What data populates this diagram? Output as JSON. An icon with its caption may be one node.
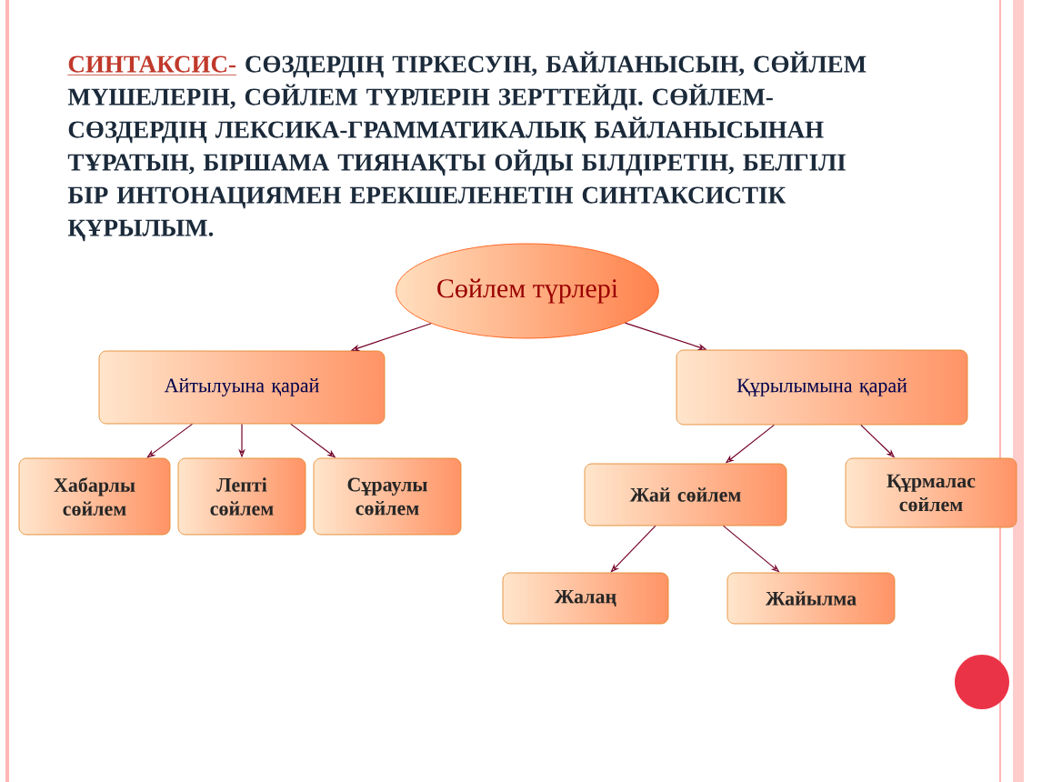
{
  "diagram": {
    "nodes": [
      {
        "text": [
          "Сөйлем түрлері"
        ]
      },
      {
        "text": [
          "Айтылуына қарай"
        ]
      },
      {
        "text": [
          "Құрылымына қарай"
        ]
      },
      {
        "text": [
          "Хабарлы сөйлем"
        ]
      },
      {
        "text": [
          "Лепті сөйлем"
        ]
      },
      {
        "text": [
          "Сұраулы сөйлем"
        ]
      },
      {
        "text": [
          "Жай сөйлем"
        ]
      },
      {
        "text": [
          "Құрмалас сөйлем"
        ]
      },
      {
        "text": [
          "Жалаң"
        ]
      },
      {
        "text": [
          "Жайылма"
        ]
      }
    ],
    "edges": [
      {
        "from": 0,
        "to": 1,
        "arrow": "to"
      },
      {
        "from": 0,
        "to": 2,
        "arrow": "to"
      },
      {
        "from": 1,
        "to": 3,
        "arrow": "to"
      },
      {
        "from": 1,
        "to": 4,
        "arrow": "to"
      },
      {
        "from": 1,
        "to": 5,
        "arrow": "to"
      },
      {
        "from": 2,
        "to": 6,
        "arrow": "to"
      },
      {
        "from": 2,
        "to": 7,
        "arrow": "to"
      },
      {
        "from": 6,
        "to": 8,
        "arrow": "to"
      },
      {
        "from": 6,
        "to": 9,
        "arrow": "to"
      }
    ],
    "labels": [
      "СИНТАКСИС-",
      "СӨЗДЕРДІҢ ТІРКЕСУІН, БАЙЛАНЫСЫН, СӨЙЛЕМ МҮШЕЛЕРІН, СӨЙЛЕМ ТҮРЛЕРІН ЗЕРТТЕЙДІ. СӨЙЛЕМ- СӨЗДЕРДІҢ ЛЕКСИКА-ГРАММАТИКАЛЫҚ БАЙЛАНЫСЫНАН ТҰРАТЫН, БІРШАМА ТИЯНАҚТЫ ОЙДЫ БІЛДІРЕТІН, БЕЛГІЛІ БІР ИНТОНАЦИЯМЕН ЕРЕКШЕЛЕНЕТІН СИНТАКСИСТІК ҚҰРЫЛЫМ."
    ]
  }
}
